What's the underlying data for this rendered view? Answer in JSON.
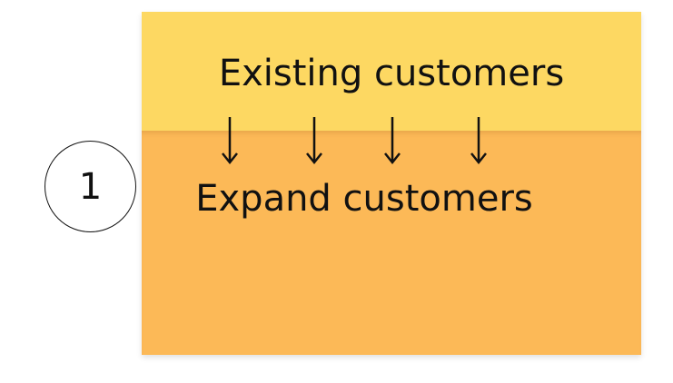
{
  "step": {
    "number": "1"
  },
  "sticky": {
    "top_label": "Existing customers",
    "bottom_label": "Expand customers"
  },
  "colors": {
    "top_band": "#FDD862",
    "bottom_band": "#FCB957",
    "ink": "#111111"
  },
  "arrows": {
    "count": 4,
    "direction": "down",
    "icon": "arrow-down-icon"
  }
}
